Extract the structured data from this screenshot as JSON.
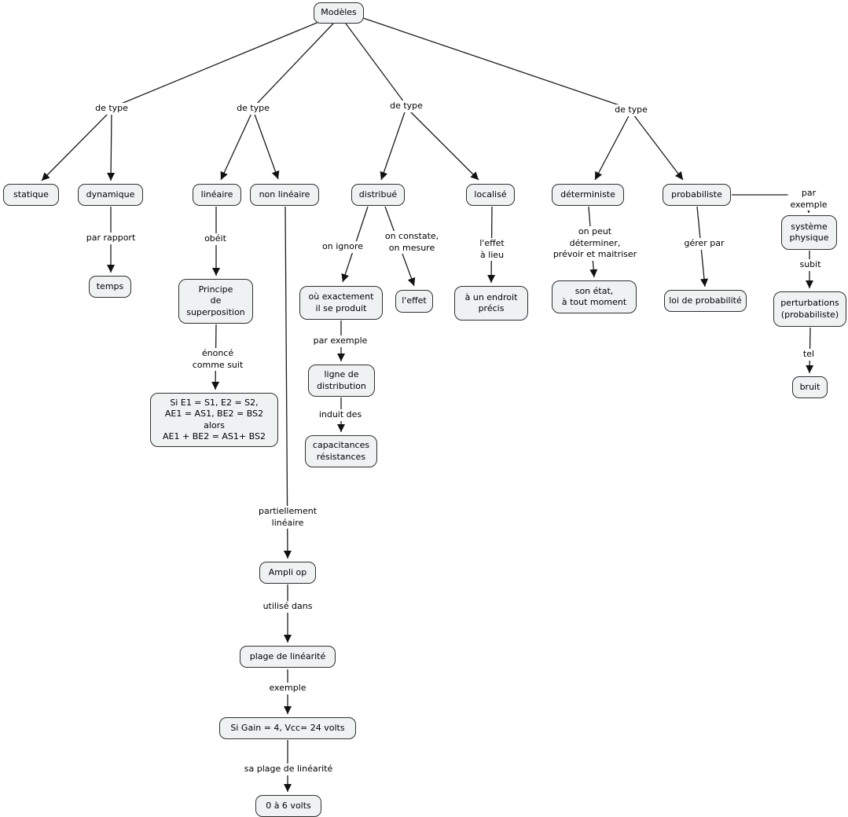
{
  "title": "Carte conceptuelle : Modèles",
  "colors": {
    "node_fill": "#eef2f3",
    "node_border": "#2f2f2f",
    "line": "#1c1c1c",
    "background": "#ffffff"
  },
  "nodes": {
    "modeles": "Modèles",
    "statique": "statique",
    "dynamique": "dynamique",
    "lineaire": "linéaire",
    "non_lineaire": "non linéaire",
    "distribue": "distribué",
    "localise": "localisé",
    "deterministe": "déterministe",
    "probabiliste": "probabiliste",
    "temps": "temps",
    "principe_superposition": "Principe\nde\nsuperposition",
    "formule_superposition": "Si E1 = S1, E2 = S2,\nAE1 = AS1, BE2 = BS2\nalors\nAE1 + BE2 = AS1+ BS2",
    "ou_exactement": "où exactement\nil se produit",
    "l_effet": "l'effet",
    "a_un_endroit_precis": "à un endroit\nprécis",
    "son_etat": "son état,\nà tout moment",
    "loi_de_probabilite": "loi de probabilité",
    "systeme_physique": "système\nphysique",
    "perturbations": "perturbations\n(probabiliste)",
    "bruit": "bruit",
    "ligne_de_distribution": "ligne de\ndistribution",
    "capacitances_resistances": "capacitances\nrésistances",
    "ampli_op": "Ampli op",
    "plage_de_linearite": "plage de linéarité",
    "si_gain": "Si Gain = 4, Vcc= 24 volts",
    "zero_a_6_volts": "0 à 6 volts"
  },
  "links": {
    "de_type": "de type",
    "par_rapport": "par rapport",
    "obeit": "obéit",
    "enonce_comme_suit": "énoncé\ncomme suit",
    "on_ignore": "on ignore",
    "on_constate": "on constate,\non mesure",
    "par_exemple": "par exemple",
    "induit_des": "induit des",
    "l_effet_a_lieu": "l'effet\nà lieu",
    "on_peut": "on peut\ndéterminer,\nprévoir et maitriser",
    "gerer_par": "gérer par",
    "subit": "subit",
    "tel": "tel",
    "partiellement_lineaire": "partiellement\nlinéaire",
    "utilise_dans": "utilisé dans",
    "exemple": "exemple",
    "sa_plage_de_linearite": "sa plage de linéarité"
  },
  "edges": [
    [
      "Modèles",
      "de type",
      "statique"
    ],
    [
      "Modèles",
      "de type",
      "dynamique"
    ],
    [
      "Modèles",
      "de type",
      "linéaire"
    ],
    [
      "Modèles",
      "de type",
      "non linéaire"
    ],
    [
      "Modèles",
      "de type",
      "distribué"
    ],
    [
      "Modèles",
      "de type",
      "localisé"
    ],
    [
      "Modèles",
      "de type",
      "déterministe"
    ],
    [
      "Modèles",
      "de type",
      "probabiliste"
    ],
    [
      "dynamique",
      "par rapport",
      "temps"
    ],
    [
      "linéaire",
      "obéit",
      "Principe de superposition"
    ],
    [
      "Principe de superposition",
      "énoncé comme suit",
      "Si E1 = S1, E2 = S2, AE1 = AS1, BE2 = BS2 alors AE1 + BE2 = AS1+ BS2"
    ],
    [
      "non linéaire",
      "partiellement linéaire",
      "Ampli op"
    ],
    [
      "Ampli op",
      "utilisé dans",
      "plage de linéarité"
    ],
    [
      "plage de linéarité",
      "exemple",
      "Si Gain = 4, Vcc= 24 volts"
    ],
    [
      "Si Gain = 4, Vcc= 24 volts",
      "sa plage de linéarité",
      "0 à 6 volts"
    ],
    [
      "distribué",
      "on ignore",
      "où exactement il se produit"
    ],
    [
      "distribué",
      "on constate, on mesure",
      "l'effet"
    ],
    [
      "où exactement il se produit",
      "par exemple",
      "ligne de distribution"
    ],
    [
      "ligne de distribution",
      "induit des",
      "capacitances résistances"
    ],
    [
      "localisé",
      "l'effet à lieu",
      "à un endroit précis"
    ],
    [
      "déterministe",
      "on peut déterminer, prévoir et maitriser",
      "son état, à tout moment"
    ],
    [
      "probabiliste",
      "gérer par",
      "loi de probabilité"
    ],
    [
      "probabiliste",
      "par exemple",
      "système physique"
    ],
    [
      "système physique",
      "subit",
      "perturbations (probabiliste)"
    ],
    [
      "perturbations (probabiliste)",
      "tel",
      "bruit"
    ]
  ]
}
